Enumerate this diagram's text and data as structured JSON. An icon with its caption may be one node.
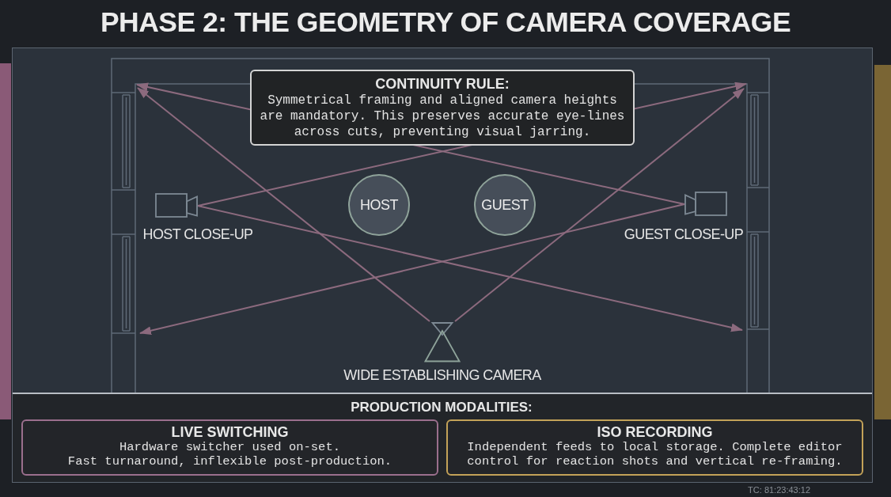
{
  "diagram": {
    "title": "PHASE 2: THE GEOMETRY OF CAMERA COVERAGE",
    "nodes": [
      {
        "text": [
          "CONTINUITY RULE:",
          "Symmetrical framing and aligned camera heights are mandatory. This preserves accurate eye-lines across cuts, preventing visual jarring."
        ]
      },
      {
        "text": [],
        "shape": "camera",
        "beside": [
          "HOST CLOSE-UP"
        ]
      },
      {
        "text": [
          "HOST"
        ]
      },
      {
        "text": [
          "GUEST"
        ]
      },
      {
        "text": [],
        "shape": "camera",
        "beside": [
          "GUEST CLOSE-UP"
        ]
      },
      {
        "text": [],
        "shape": "camera",
        "beside": [
          "WIDE ESTABLISHING CAMERA"
        ]
      },
      {
        "text": [
          "LIVE SWITCHING",
          "Hardware switcher used on-set.",
          "Fast turnaround, inflexible post-production."
        ]
      },
      {
        "text": [
          "ISO RECORDING",
          "Independent feeds to local storage. Complete editor control for reaction shots and vertical re-framing."
        ]
      }
    ],
    "edges": [
      {
        "from": 1,
        "to": null,
        "arrow": "to"
      },
      {
        "from": 1,
        "to": null,
        "arrow": "to"
      },
      {
        "from": 4,
        "to": null,
        "arrow": "to"
      },
      {
        "from": 4,
        "to": null,
        "arrow": "to"
      },
      {
        "from": 5,
        "to": null,
        "arrow": "to"
      },
      {
        "from": 5,
        "to": null,
        "arrow": "to"
      }
    ],
    "labels": [
      "PRODUCTION MODALITIES:",
      "TC: 81:23:43:12"
    ]
  }
}
